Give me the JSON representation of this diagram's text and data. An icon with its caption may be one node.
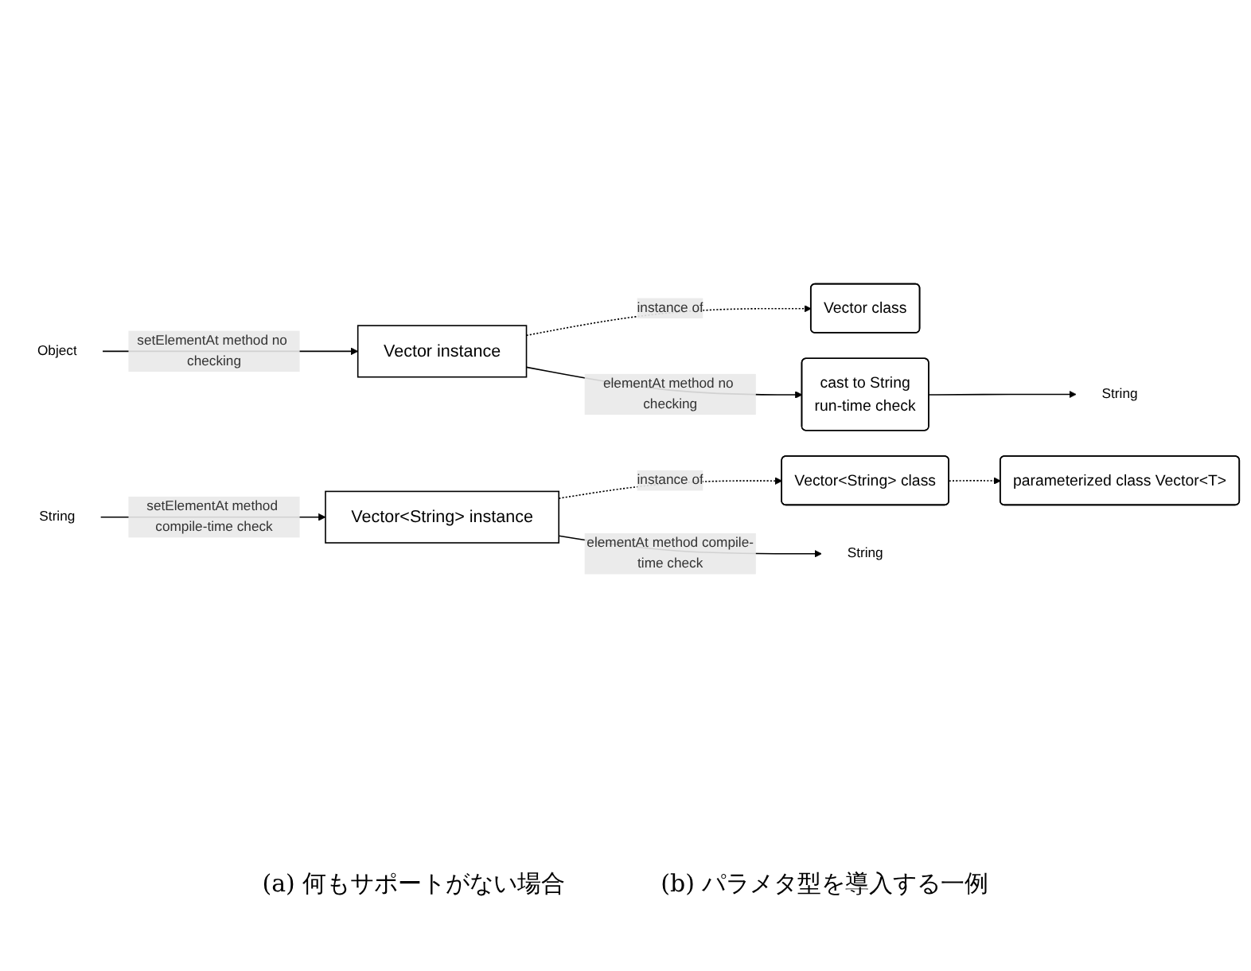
{
  "diagram": {
    "nodes": [
      {
        "text": [
          "Object"
        ]
      },
      {
        "text": [
          "Vector instance"
        ]
      },
      {
        "text": [
          "Vector class"
        ]
      },
      {
        "text": [
          "cast to String",
          "run-time check"
        ]
      },
      {
        "text": [
          "String"
        ]
      },
      {
        "text": [
          "String"
        ]
      },
      {
        "text": [
          "Vector<String> instance"
        ]
      },
      {
        "text": [
          "Vector<String> class"
        ]
      },
      {
        "text": [
          "parameterized class Vector<T>"
        ]
      },
      {
        "text": [
          "String"
        ]
      }
    ],
    "edges": [
      {
        "from": 0,
        "to": 1,
        "arrow": "to",
        "label": "setElementAt method no checking"
      },
      {
        "from": 1,
        "to": 2,
        "arrow": "to",
        "label": "instance of",
        "style": "dashed"
      },
      {
        "from": 1,
        "to": 3,
        "arrow": "to",
        "label": "elementAt method no checking"
      },
      {
        "from": 3,
        "to": 4,
        "arrow": "to"
      },
      {
        "from": 5,
        "to": 6,
        "arrow": "to",
        "label": "setElementAt method compile-time check"
      },
      {
        "from": 6,
        "to": 7,
        "arrow": "to",
        "label": "instance of",
        "style": "dashed"
      },
      {
        "from": 7,
        "to": 8,
        "arrow": "to",
        "style": "dashed"
      },
      {
        "from": 6,
        "to": 9,
        "arrow": "to",
        "label": "elementAt method compile-time check"
      }
    ],
    "labels": [
      "(a) 何もサポートがない場合",
      "(b) パラメタ型を導入する一例"
    ]
  }
}
